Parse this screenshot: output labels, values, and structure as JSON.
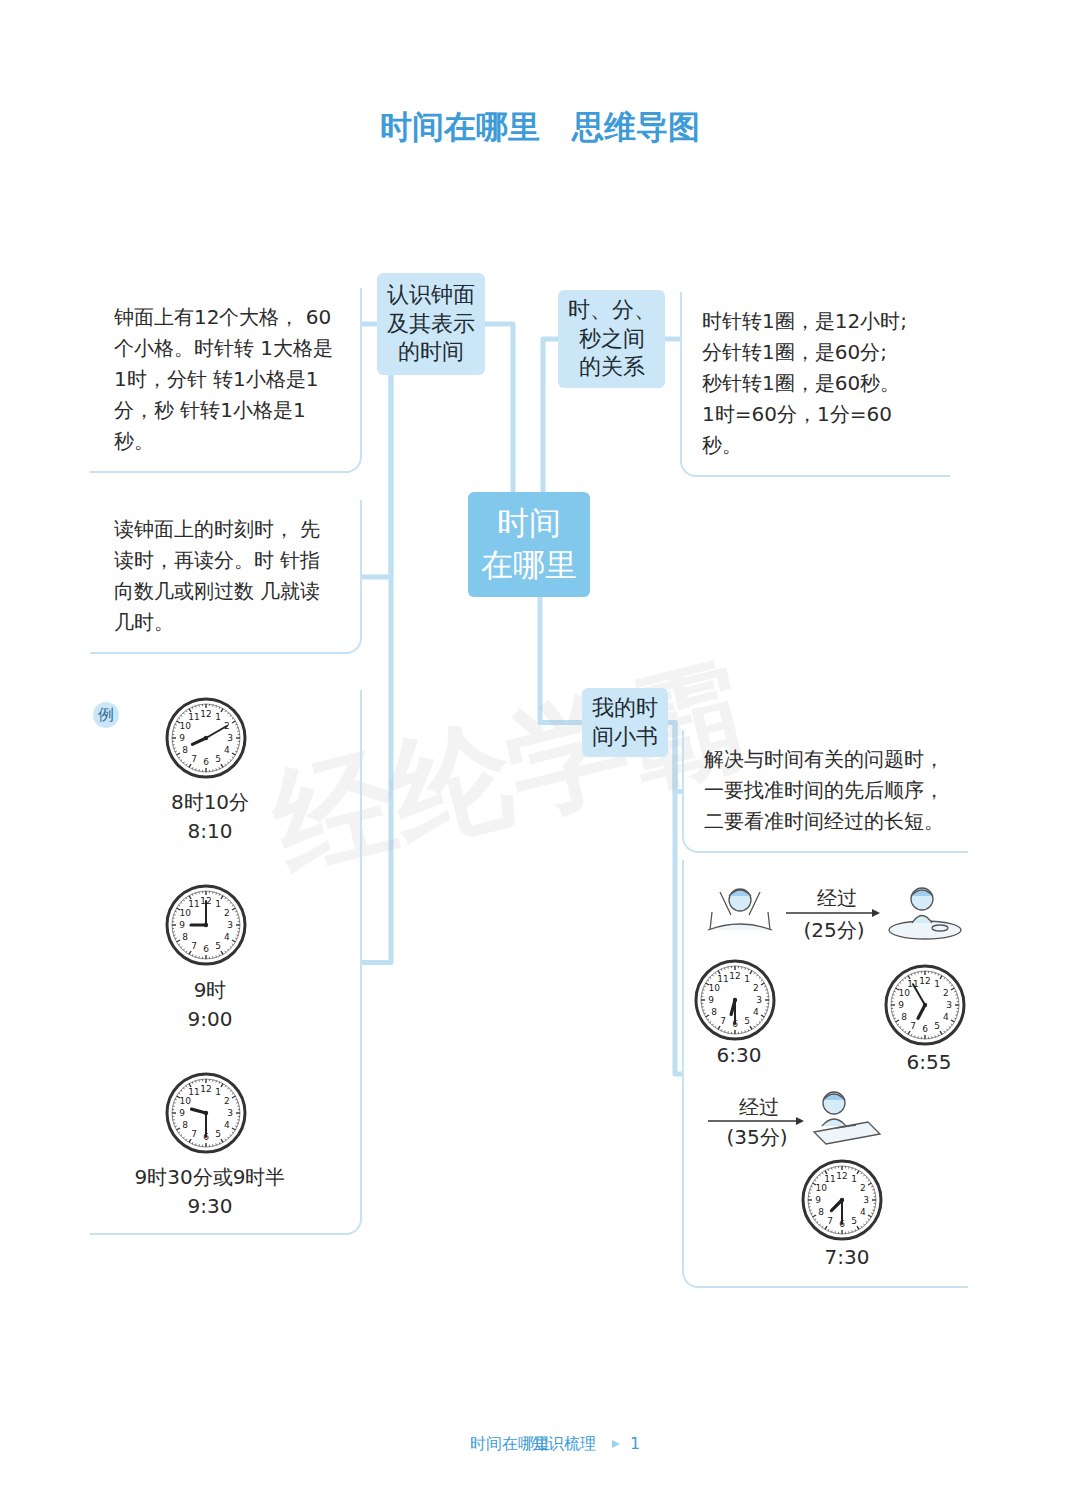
{
  "diagram": {
    "title": "时间在哪里　思维导图",
    "nodes": [
      {
        "text": [
          "时间 在哪里"
        ]
      },
      {
        "text": [
          "认识钟面 及其表示 的时间"
        ]
      },
      {
        "text": [
          "时、分、 秒之间 的关系"
        ]
      },
      {
        "text": [
          "我的时 间小书"
        ]
      },
      {
        "text": [
          "钟面上有12个大格， 60个小格。时针转 1大格是1时，分针 转1小格是1分，秒 针转1小格是1秒。"
        ]
      },
      {
        "text": [
          "读钟面上的时刻时， 先读时，再读分。时 针指向数几或刚过数 几就读几时。"
        ]
      },
      {
        "text": [
          "例",
          "8时10分",
          "8:10",
          "9时",
          "9:00",
          "9时30分或9时半",
          "9:30"
        ]
      },
      {
        "text": [
          "时针转1圈，是12小时;",
          "分针转1圈，是60分;",
          "秒针转1圈，是60秒。",
          "1时=60分，1分=60秒。"
        ]
      },
      {
        "text": [
          "解决与时间有关的问题时， 一要找准时间的先后顺序， 二要看准时间经过的长短。"
        ]
      },
      {
        "text": [
          "经过",
          "(25分)",
          "6:30",
          "6:55",
          "经过",
          "(35分)",
          "7:30"
        ]
      }
    ],
    "edges": [
      {
        "from": 0,
        "to": 1,
        "arrow": "none"
      },
      {
        "from": 0,
        "to": 2,
        "arrow": "none"
      },
      {
        "from": 0,
        "to": 3,
        "arrow": "none"
      },
      {
        "from": 1,
        "to": 4,
        "arrow": "none"
      },
      {
        "from": 1,
        "to": 5,
        "arrow": "none"
      },
      {
        "from": 1,
        "to": 6,
        "arrow": "none"
      },
      {
        "from": 2,
        "to": 7,
        "arrow": "none"
      },
      {
        "from": 3,
        "to": 8,
        "arrow": "none"
      },
      {
        "from": 3,
        "to": 9,
        "arrow": "none"
      }
    ],
    "labels": [
      "经纶学霸",
      "时间在哪里",
      "知识梳理",
      "1",
      "1",
      "2",
      "3",
      "4",
      "5",
      "6",
      "7",
      "8",
      "9",
      "10",
      "11",
      "12",
      "1",
      "2",
      "3",
      "4",
      "5",
      "6",
      "7",
      "8",
      "9",
      "10",
      "11",
      "12",
      "1",
      "2",
      "3",
      "4",
      "5",
      "6",
      "7",
      "8",
      "9",
      "10",
      "11",
      "12",
      "1",
      "2",
      "3",
      "4",
      "5",
      "6",
      "7",
      "8",
      "9",
      "10",
      "11",
      "12",
      "1",
      "2",
      "3",
      "4",
      "5",
      "6",
      "7",
      "8",
      "9",
      "10",
      "11",
      "12",
      "1",
      "2",
      "3",
      "4",
      "5",
      "6",
      "7",
      "8",
      "9",
      "10",
      "11",
      "12"
    ]
  }
}
